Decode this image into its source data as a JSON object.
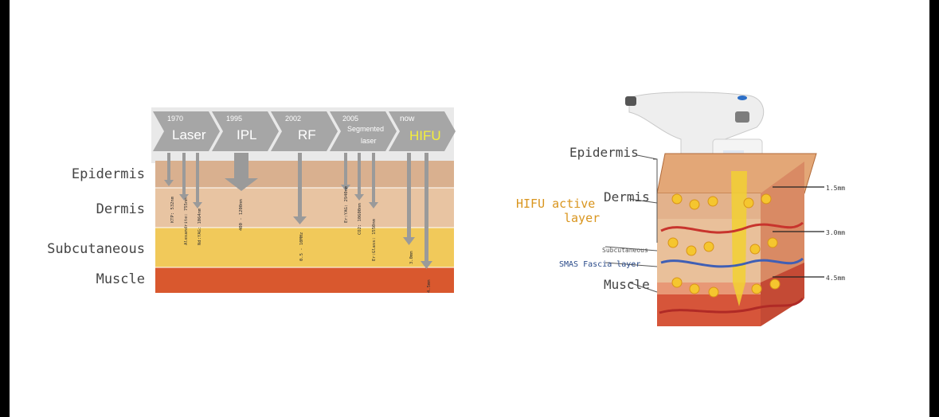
{
  "left": {
    "layers": [
      "Epidermis",
      "Dermis",
      "Subcutaneous",
      "Muscle"
    ],
    "eras": [
      {
        "year": "1970",
        "name": "Laser"
      },
      {
        "year": "1995",
        "name": "IPL"
      },
      {
        "year": "2002",
        "name": "RF"
      },
      {
        "year": "2005",
        "name": "Segmented laser"
      },
      {
        "year": "now",
        "name": "HIFU"
      }
    ],
    "wavelengths": [
      "KTP: 532nm",
      "Alexandrite: 755nm",
      "Nd:YAG: 1064nm",
      "400 - 1200nm",
      "0.5 - 10MHz",
      "Er:YAG: 2940nm",
      "CO2: 10600nm",
      "Er:Glass: 1550nm",
      "3.0mm",
      "4.5mm"
    ],
    "colors": {
      "epidermis": "#d9b08f",
      "dermis": "#e8c4a2",
      "subcutaneous": "#f1c95a",
      "muscle": "#d9582e",
      "arrow": "#9e9e9e",
      "hifu_text": "#f5ef3a"
    }
  },
  "right": {
    "layers": {
      "epidermis": "Epidermis",
      "dermis": "Dermis",
      "subcutaneous": "Subcutaneous",
      "smas": "SMAS Fascia layer",
      "muscle": "Muscle"
    },
    "hifu_active": [
      "HIFU active",
      "layer"
    ],
    "depths": [
      "1.5mm",
      "3.0mm",
      "4.5mm"
    ],
    "colors": {
      "hifu_active": "#d9951e",
      "smas": "#2a4b8a"
    }
  }
}
